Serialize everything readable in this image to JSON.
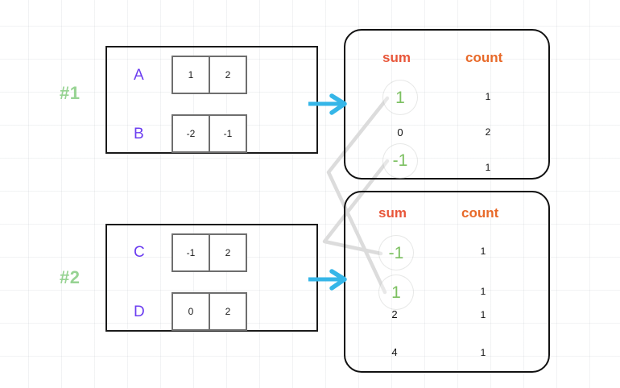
{
  "diagram": {
    "title": "shuffle-merge sum/count aggregation",
    "colors": {
      "group_label": "#6b3df0",
      "step_tag": "#8fd08a",
      "header_sum": "#e8563a",
      "header_count": "#e86a2a",
      "highlight_value": "#7cc061",
      "arrow": "#35b6e8",
      "connector": "#d8d8d8",
      "box_border": "#1a1a1a",
      "cell_border": "#6e6e6e",
      "grid": "#eef0f2"
    },
    "steps": [
      {
        "tag": "#1"
      },
      {
        "tag": "#2"
      }
    ],
    "inputs": [
      {
        "step": "#1",
        "rows": [
          {
            "label": "A",
            "cells": [
              "1",
              "2"
            ]
          },
          {
            "label": "B",
            "cells": [
              "-2",
              "-1"
            ]
          }
        ]
      },
      {
        "step": "#2",
        "rows": [
          {
            "label": "C",
            "cells": [
              "-1",
              "2"
            ]
          },
          {
            "label": "D",
            "cells": [
              "0",
              "2"
            ]
          }
        ]
      }
    ],
    "panels": [
      {
        "id": "panel-1",
        "headers": {
          "sum": "sum",
          "count": "count"
        },
        "rows": [
          {
            "sum": "1",
            "count": "1",
            "highlighted": true
          },
          {
            "sum": "0",
            "count": "2",
            "highlighted": false
          },
          {
            "sum": "-1",
            "count": "1",
            "highlighted": true
          }
        ]
      },
      {
        "id": "panel-2",
        "headers": {
          "sum": "sum",
          "count": "count"
        },
        "rows": [
          {
            "sum": "-1",
            "count": "1",
            "highlighted": true
          },
          {
            "sum": "1",
            "count": "1",
            "highlighted": true
          },
          {
            "sum": "2",
            "count": "1",
            "highlighted": false
          },
          {
            "sum": "4",
            "count": "1",
            "highlighted": false
          }
        ]
      }
    ]
  }
}
